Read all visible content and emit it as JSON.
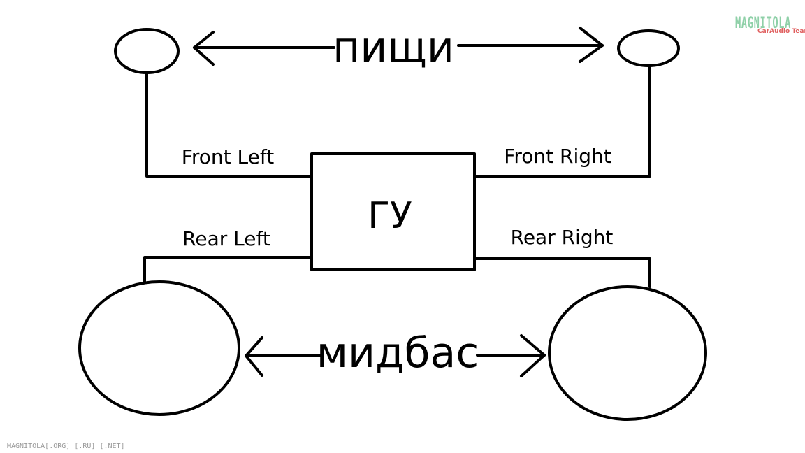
{
  "diagram": {
    "tweeters_label": "пищи",
    "head_unit_label": "ГУ",
    "midbass_label": "мидбас",
    "channels": {
      "front_left": "Front Left",
      "front_right": "Front Right",
      "rear_left": "Rear Left",
      "rear_right": "Rear Right"
    }
  },
  "watermark": {
    "logo_text": "MAGNITOLA",
    "logo_subtext": "CarAudio Team",
    "footer_text": "MAGNITOLA[.ORG] [.RU] [.NET]"
  },
  "colors": {
    "stroke": "#000000",
    "background": "#ffffff",
    "logo_green": "#8fd0a8",
    "logo_red": "#e06060"
  }
}
